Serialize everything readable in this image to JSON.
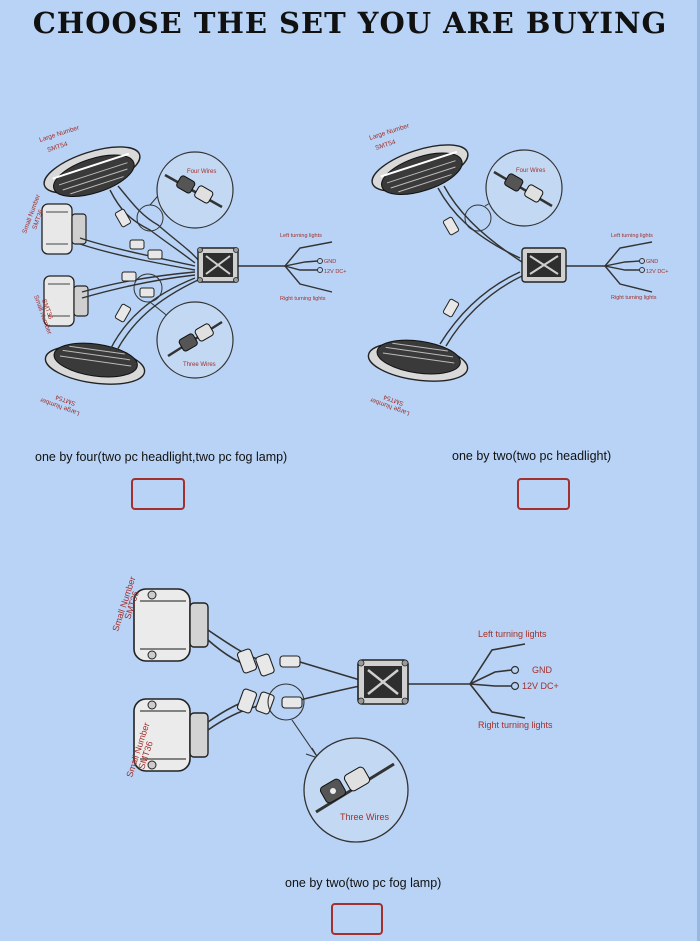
{
  "title": "CHOOSE THE SET YOU ARE BUYING",
  "colors": {
    "background": "#b8d3f5",
    "accent": "#a3302c"
  },
  "sets": [
    {
      "caption": "one by four(two pc headlight,two pc fog lamp)",
      "labels": {
        "large_top": "Large Number",
        "large_top_code": "SMT54",
        "small_top": "Small Number",
        "small_top_code": "SMT36",
        "small_bottom": "Small Number",
        "small_bottom_code": "SMT36",
        "large_bottom": "Large Number",
        "large_bottom_code": "SMT54",
        "four_wires": "Four Wires",
        "three_wires": "Three Wires",
        "left_turn": "Left turning lights",
        "gnd": "GND",
        "dc": "12V DC+",
        "right_turn": "Right turning lights"
      }
    },
    {
      "caption": "one by two(two pc headlight)",
      "labels": {
        "large_top": "Large Number",
        "large_top_code": "SMT54",
        "four_wires": "Four Wires",
        "large_bottom": "Large Number",
        "large_bottom_code": "SMT54",
        "left_turn": "Left turning lights",
        "gnd": "GND",
        "dc": "12V DC+",
        "right_turn": "Right turning lights"
      }
    },
    {
      "caption": "one by two(two pc fog lamp)",
      "labels": {
        "small_top": "Small Number",
        "small_top_code": "SMT36",
        "small_bottom": "Small Number",
        "small_bottom_code": "SMT36",
        "left_turn": "Left turning lights",
        "gnd": "GND",
        "dc": "12V DC+",
        "three_wires": "Three Wires",
        "right_turn": "Right turning lights"
      }
    }
  ]
}
